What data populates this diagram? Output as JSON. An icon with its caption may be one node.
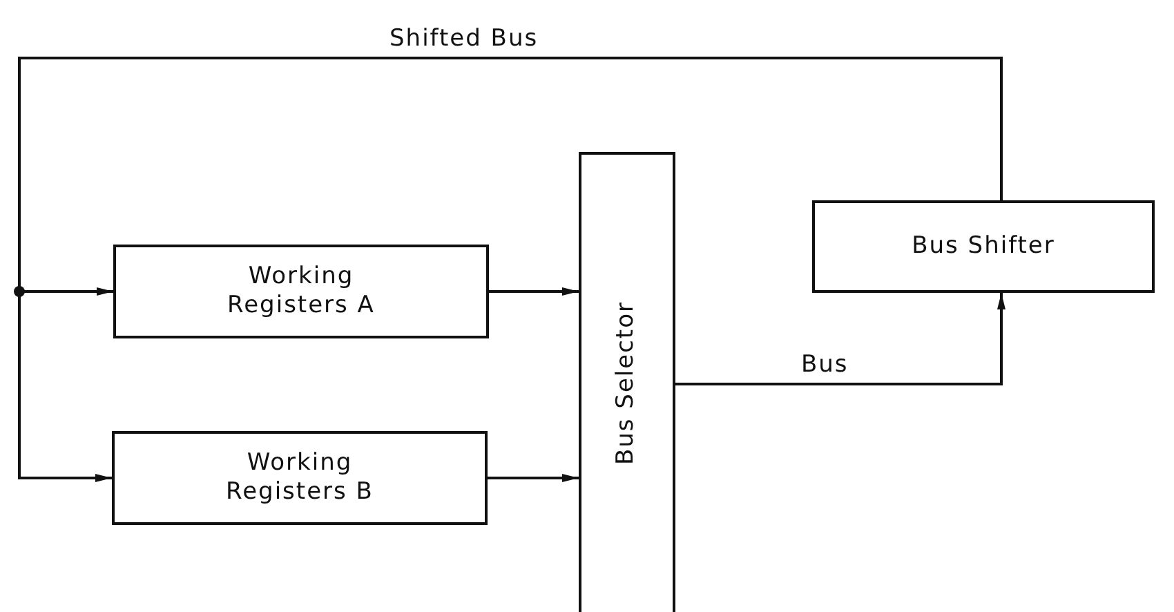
{
  "diagram": {
    "nodes": [
      {
        "text": [
          "Working Registers A"
        ]
      },
      {
        "text": [
          "Working Registers B"
        ]
      },
      {
        "text": [
          "Bus Selector"
        ]
      },
      {
        "text": [
          "Bus Shifter"
        ]
      }
    ],
    "edges": [
      {
        "from": 3,
        "to": 0,
        "arrow": "to",
        "label": "Shifted Bus"
      },
      {
        "from": 3,
        "to": 1,
        "arrow": "to"
      },
      {
        "from": 0,
        "to": 2,
        "arrow": "to"
      },
      {
        "from": 1,
        "to": 2,
        "arrow": "to"
      },
      {
        "from": 2,
        "to": 3,
        "arrow": "to",
        "label": "Bus"
      }
    ]
  }
}
